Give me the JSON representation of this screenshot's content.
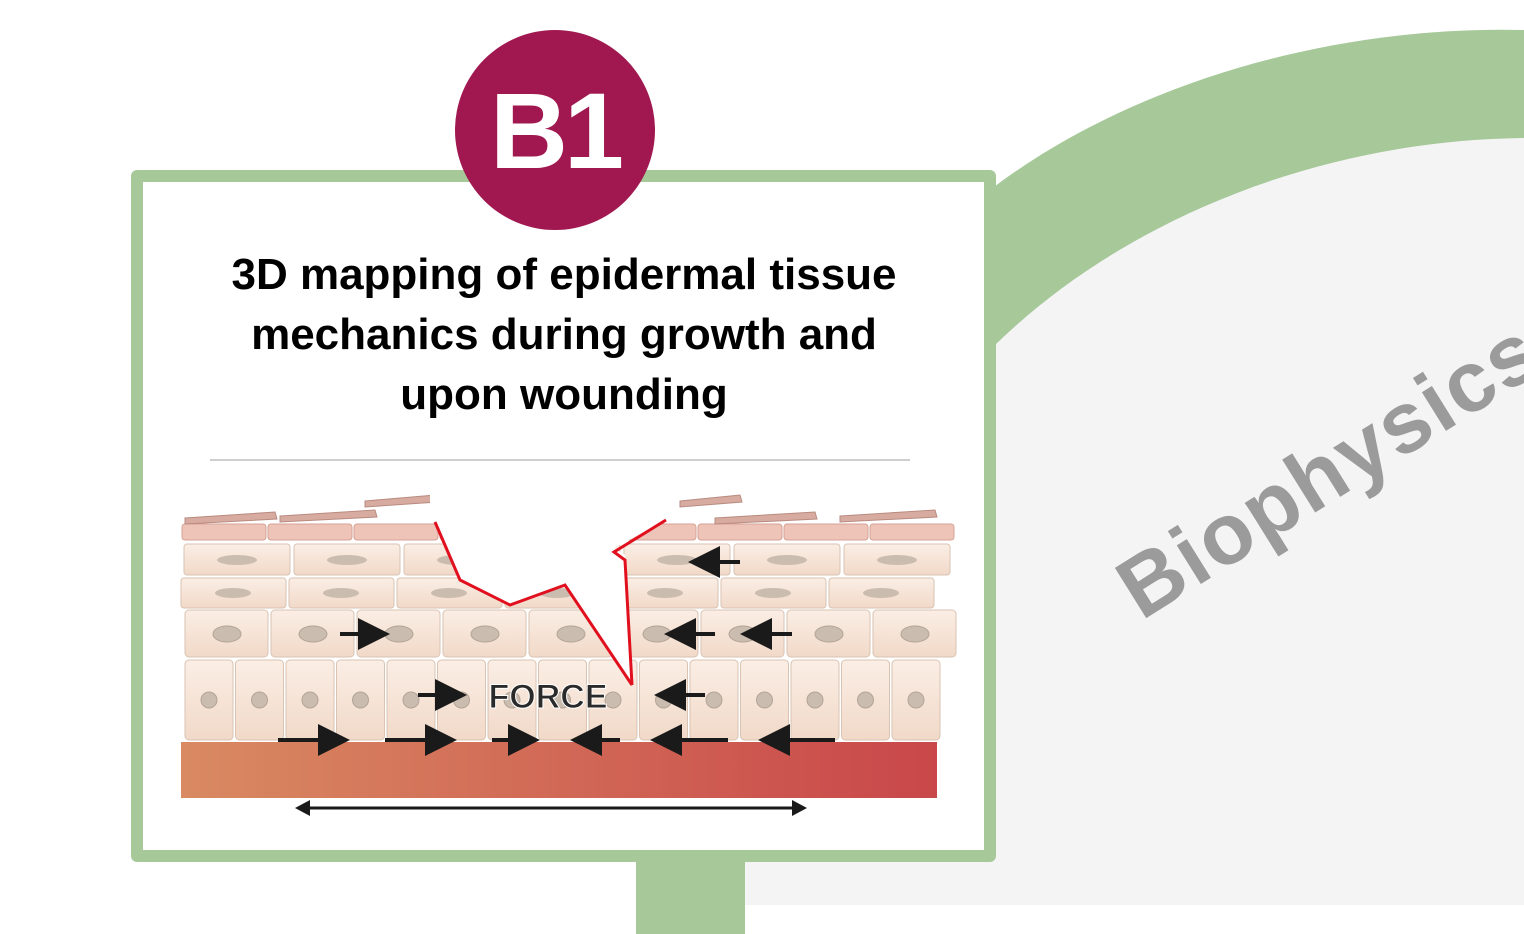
{
  "badge": {
    "label": "B1"
  },
  "title": {
    "lines": [
      "3D mapping of epidermal tissue",
      "mechanics during growth and",
      "upon wounding"
    ]
  },
  "diagram": {
    "force_label": "FORCE"
  },
  "side_label": "Biophysics",
  "colors": {
    "badge": "#a0184f",
    "frame_green": "#a7c99a",
    "arc_fill": "#f4f4f4",
    "wound_outline": "#e0101e",
    "basement_start": "#d98a62",
    "basement_end": "#c9474a",
    "cell_fill": "#f6e3d6",
    "nucleus": "#cbbcb0",
    "side_label": "#9b9b9b"
  },
  "icons": [
    "arrow-right-icon",
    "arrow-left-icon",
    "double-arrow-icon"
  ]
}
